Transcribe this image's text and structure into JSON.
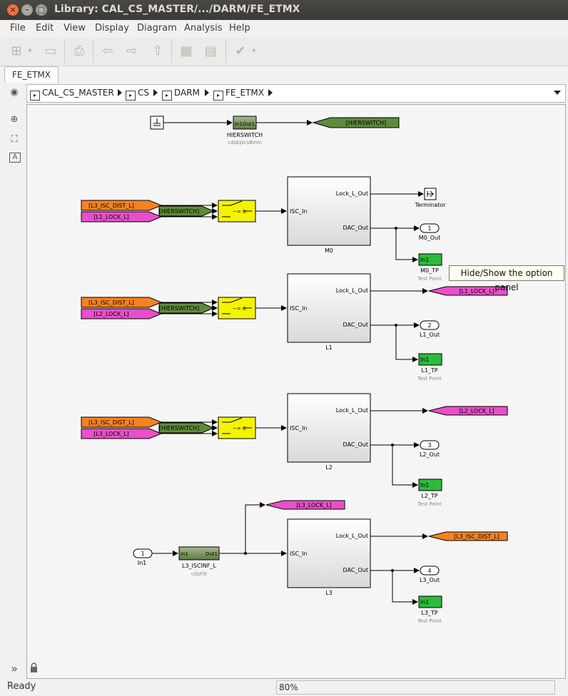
{
  "window": {
    "title": "Library: CAL_CS_MASTER/.../DARM/FE_ETMX"
  },
  "menu": [
    "File",
    "Edit",
    "View",
    "Display",
    "Diagram",
    "Analysis",
    "Help"
  ],
  "tabs": [
    "FE_ETMX"
  ],
  "breadcrumb": [
    "CAL_CS_MASTER",
    "CS",
    "DARM",
    "FE_ETMX"
  ],
  "tooltip": "Hide/Show the option panel",
  "status": {
    "text": "Ready",
    "zoom": "80%"
  },
  "diagram": {
    "hierswitch_block": {
      "ports": "In1Out1",
      "name": "HIERSWITCH",
      "lib": "cdsEpicsBinIn"
    },
    "hierswitch_goto": "[HIERSWITCH]",
    "rows": [
      {
        "dist_from": "[L3_ISC_DIST_L]",
        "lock_from": "[L1_LOCK_L]",
        "switch_from": "[HIERSWITCH]",
        "switch_label": "~= 0",
        "block": "M0",
        "in": "ISC_In",
        "out1": "Lock_L_Out",
        "out2": "DAC_Out",
        "terminator": "Terminator",
        "outport_num": "1",
        "outport": "M0_Out",
        "tp_port": "In1",
        "tp": "M0_TP",
        "tp_sub": "Test Point"
      },
      {
        "dist_from": "[L3_ISC_DIST_L]",
        "lock_from": "[L2_LOCK_L]",
        "switch_from": "[HIERSWITCH]",
        "switch_label": "~= 0",
        "block": "L1",
        "in": "ISC_In",
        "out1": "Lock_L_Out",
        "out2": "DAC_Out",
        "goto": "[L1_LOCK_L]",
        "outport_num": "2",
        "outport": "L1_Out",
        "tp_port": "In1",
        "tp": "L1_TP",
        "tp_sub": "Test Point"
      },
      {
        "dist_from": "[L3_ISC_DIST_L]",
        "lock_from": "[L3_LOCK_L]",
        "switch_from": "[HIERSWITCH]",
        "switch_label": "~= 0",
        "block": "L2",
        "in": "ISC_In",
        "out1": "Lock_L_Out",
        "out2": "DAC_Out",
        "goto": "[L2_LOCK_L]",
        "outport_num": "3",
        "outport": "L2_Out",
        "tp_port": "In1",
        "tp": "L2_TP",
        "tp_sub": "Test Point"
      },
      {
        "inport_num": "1",
        "inport": "In1",
        "filt_in": "In1",
        "filt_out": "Out1",
        "filt": "L3_ISCINF_L",
        "filt_lib": "cdsFilt",
        "goto_top": "[L3_LOCK_L]",
        "block": "L3",
        "in": "ISC_In",
        "out1": "Lock_L_Out",
        "out2": "DAC_Out",
        "goto": "[L3_ISC_DIST_L]",
        "outport_num": "4",
        "outport": "L3_Out",
        "tp_port": "In1",
        "tp": "L3_TP",
        "tp_sub": "Test Point"
      }
    ]
  },
  "colors": {
    "orange": "#f58220",
    "magenta": "#e94fc9",
    "olive": "#5e8a3a",
    "yellow": "#f4f400",
    "green": "#2dbb3c"
  }
}
